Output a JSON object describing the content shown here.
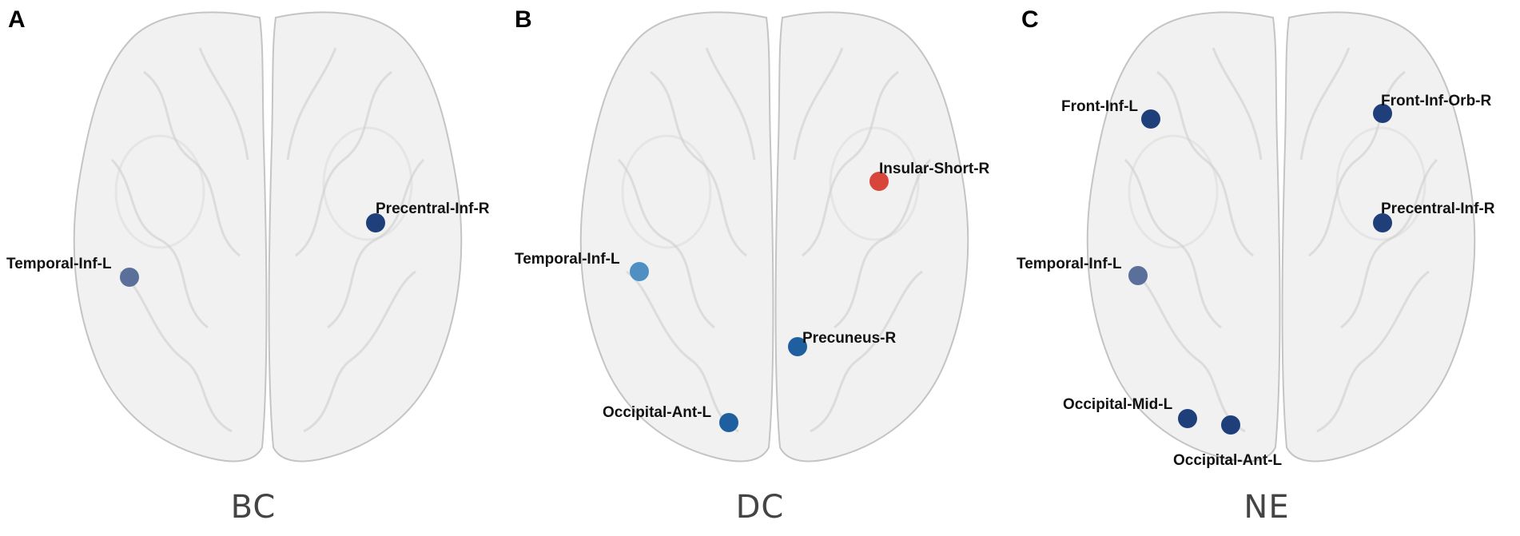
{
  "colors": {
    "node_dark_blue": "#1f3f7a",
    "node_slate_blue": "#5a6f9a",
    "node_light_blue": "#4f8fc4",
    "node_mid_blue": "#1f5f9f",
    "node_red": "#d8453a",
    "brain_fill": "#e6e6e6",
    "brain_stroke": "#c4c4c4"
  },
  "panels": [
    {
      "id": "A",
      "letter": "A",
      "caption": "BC",
      "nodes": [
        {
          "label": "Precentral-Inf-R",
          "color": "#1f3f7a"
        },
        {
          "label": "Temporal-Inf-L",
          "color": "#5a6f9a"
        }
      ]
    },
    {
      "id": "B",
      "letter": "B",
      "caption": "DC",
      "nodes": [
        {
          "label": "Insular-Short-R",
          "color": "#d8453a"
        },
        {
          "label": "Temporal-Inf-L",
          "color": "#4f8fc4"
        },
        {
          "label": "Precuneus-R",
          "color": "#1f5f9f"
        },
        {
          "label": "Occipital-Ant-L",
          "color": "#1f5f9f"
        }
      ]
    },
    {
      "id": "C",
      "letter": "C",
      "caption": "NE",
      "nodes": [
        {
          "label": "Front-Inf-L",
          "color": "#1f3f7a"
        },
        {
          "label": "Front-Inf-Orb-R",
          "color": "#1f3f7a"
        },
        {
          "label": "Precentral-Inf-R",
          "color": "#1f3f7a"
        },
        {
          "label": "Temporal-Inf-L",
          "color": "#5a6f9a"
        },
        {
          "label": "Occipital-Mid-L",
          "color": "#1f3f7a"
        },
        {
          "label": "Occipital-Ant-L",
          "color": "#1f3f7a"
        }
      ]
    }
  ]
}
